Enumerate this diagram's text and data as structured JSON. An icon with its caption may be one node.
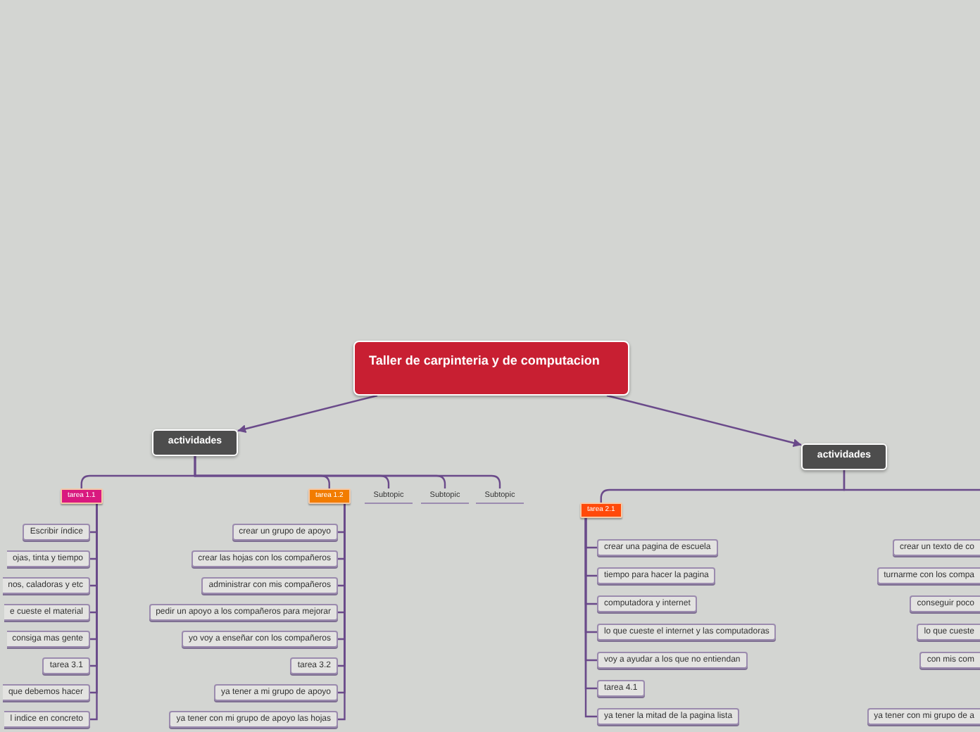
{
  "diagram": {
    "nodes": [
      {
        "text": [
          "Taller de carpinteria y de computacion"
        ]
      },
      {
        "text": [
          "actividades"
        ]
      },
      {
        "text": [
          "actividades"
        ]
      },
      {
        "text": [
          "tarea 1.1"
        ]
      },
      {
        "text": [
          "tarea 1.2"
        ]
      },
      {
        "text": [
          "Subtopic"
        ]
      },
      {
        "text": [
          "Subtopic"
        ]
      },
      {
        "text": [
          "Subtopic"
        ]
      },
      {
        "text": [
          "tarea 2.1"
        ]
      },
      {
        "text": [
          "Escribir índice"
        ]
      },
      {
        "text": [
          "ojas, tinta y tiempo"
        ]
      },
      {
        "text": [
          "nos, caladoras y etc"
        ]
      },
      {
        "text": [
          "e cueste el material"
        ]
      },
      {
        "text": [
          "consiga mas gente"
        ]
      },
      {
        "text": [
          "tarea 3.1"
        ]
      },
      {
        "text": [
          "que debemos hacer"
        ]
      },
      {
        "text": [
          "l indice en concreto"
        ]
      },
      {
        "text": [
          "crear un grupo de apoyo"
        ]
      },
      {
        "text": [
          "crear las hojas con los compañeros"
        ]
      },
      {
        "text": [
          "administrar con mis compañeros"
        ]
      },
      {
        "text": [
          "pedir un apoyo a los compañeros para mejorar"
        ]
      },
      {
        "text": [
          "yo voy a enseñar con los compañeros"
        ]
      },
      {
        "text": [
          "tarea 3.2"
        ]
      },
      {
        "text": [
          "ya tener a mi grupo de apoyo"
        ]
      },
      {
        "text": [
          "ya tener con mi grupo de apoyo las hojas"
        ]
      },
      {
        "text": [
          "crear una pagina de escuela"
        ]
      },
      {
        "text": [
          "tiempo para hacer la pagina"
        ]
      },
      {
        "text": [
          "computadora y internet"
        ]
      },
      {
        "text": [
          "lo que cueste el internet y las computadoras"
        ]
      },
      {
        "text": [
          "voy a ayudar a los que no entiendan"
        ]
      },
      {
        "text": [
          "tarea 4.1"
        ]
      },
      {
        "text": [
          "ya tener la mitad de la pagina lista"
        ]
      },
      {
        "text": [
          "crear un texto de co"
        ]
      },
      {
        "text": [
          "turnarme con los compa"
        ]
      },
      {
        "text": [
          "conseguir poco"
        ]
      },
      {
        "text": [
          "lo que cueste"
        ]
      },
      {
        "text": [
          "con mis com"
        ]
      },
      {
        "text": [
          "ya tener con mi grupo de a"
        ]
      }
    ],
    "edges": [
      {
        "from": 0,
        "to": 1,
        "arrow": "to"
      },
      {
        "from": 0,
        "to": 2,
        "arrow": "to"
      },
      {
        "from": 1,
        "to": 3,
        "arrow": "none"
      },
      {
        "from": 1,
        "to": 4,
        "arrow": "none"
      },
      {
        "from": 1,
        "to": 5,
        "arrow": "none"
      },
      {
        "from": 1,
        "to": 6,
        "arrow": "none"
      },
      {
        "from": 1,
        "to": 7,
        "arrow": "none"
      },
      {
        "from": 2,
        "to": 8,
        "arrow": "none"
      },
      {
        "from": 2,
        "to": null,
        "arrow": "none"
      },
      {
        "from": 3,
        "to": 9,
        "arrow": "none"
      },
      {
        "from": 3,
        "to": 10,
        "arrow": "none"
      },
      {
        "from": 3,
        "to": 11,
        "arrow": "none"
      },
      {
        "from": 3,
        "to": 12,
        "arrow": "none"
      },
      {
        "from": 3,
        "to": 13,
        "arrow": "none"
      },
      {
        "from": 3,
        "to": 14,
        "arrow": "none"
      },
      {
        "from": 3,
        "to": 15,
        "arrow": "none"
      },
      {
        "from": 3,
        "to": 16,
        "arrow": "none"
      },
      {
        "from": 4,
        "to": 17,
        "arrow": "none"
      },
      {
        "from": 4,
        "to": 18,
        "arrow": "none"
      },
      {
        "from": 4,
        "to": 19,
        "arrow": "none"
      },
      {
        "from": 4,
        "to": 20,
        "arrow": "none"
      },
      {
        "from": 4,
        "to": 21,
        "arrow": "none"
      },
      {
        "from": 4,
        "to": 22,
        "arrow": "none"
      },
      {
        "from": 4,
        "to": 23,
        "arrow": "none"
      },
      {
        "from": 4,
        "to": 24,
        "arrow": "none"
      },
      {
        "from": 8,
        "to": 25,
        "arrow": "none"
      },
      {
        "from": 8,
        "to": 26,
        "arrow": "none"
      },
      {
        "from": 8,
        "to": 27,
        "arrow": "none"
      },
      {
        "from": 8,
        "to": 28,
        "arrow": "none"
      },
      {
        "from": 8,
        "to": 29,
        "arrow": "none"
      },
      {
        "from": 8,
        "to": 30,
        "arrow": "none"
      },
      {
        "from": 8,
        "to": 31,
        "arrow": "none"
      }
    ]
  }
}
